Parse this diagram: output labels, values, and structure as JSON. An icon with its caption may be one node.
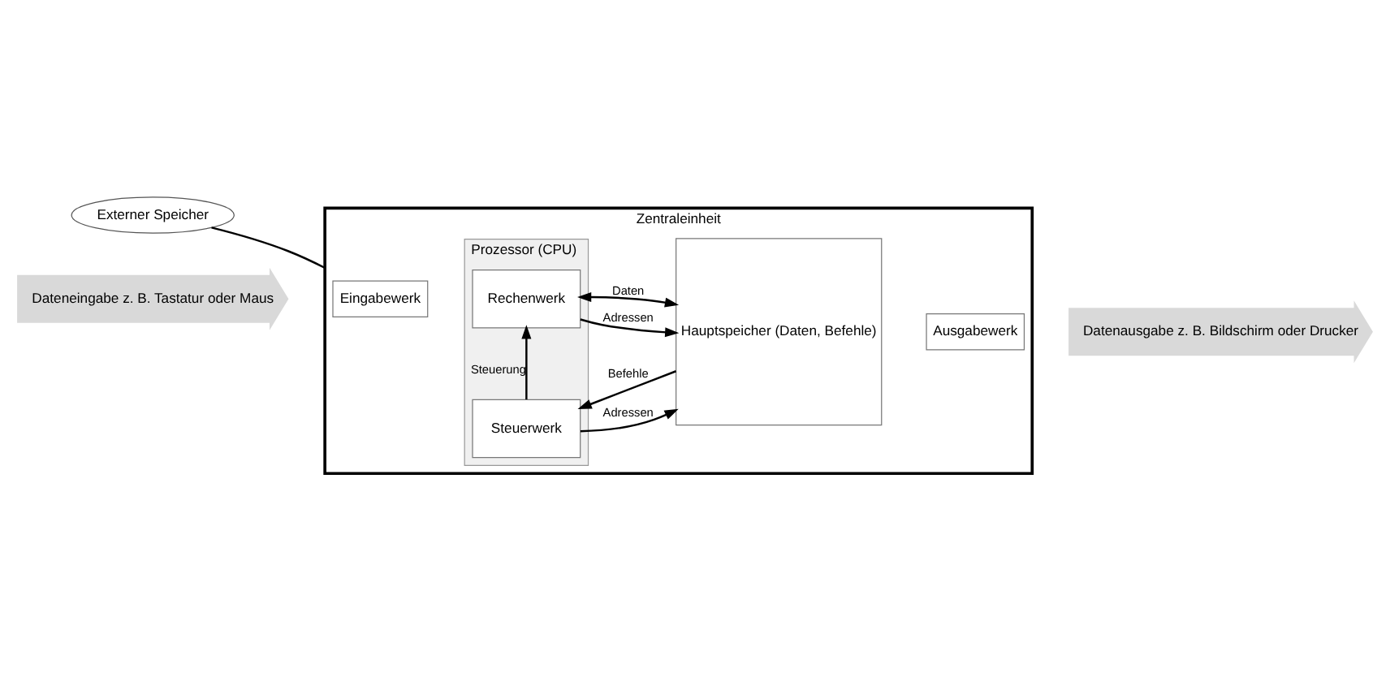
{
  "diagram": {
    "nodes": [
      {
        "text": [
          "Externer Speicher"
        ]
      },
      {
        "text": [
          "Zentraleinheit"
        ]
      },
      {
        "text": [
          "Dateneingabe z. B. Tastatur oder Maus"
        ]
      },
      {
        "text": [
          "Eingabewerk"
        ],
        "in": 1
      },
      {
        "text": [
          "Prozessor (CPU)"
        ],
        "in": 1
      },
      {
        "text": [
          "Rechenwerk"
        ],
        "in": 4
      },
      {
        "text": [
          "Steuerwerk"
        ],
        "in": 4
      },
      {
        "text": [
          "Hauptspeicher (Daten, Befehle)"
        ],
        "in": 1
      },
      {
        "text": [
          "Ausgabewerk"
        ],
        "in": 1
      },
      {
        "text": [
          "Datenausgabe z. B. Bildschirm oder Drucker"
        ]
      }
    ],
    "edges": [
      {
        "from": 0,
        "to": 1,
        "arrow": "none"
      },
      {
        "from": 5,
        "to": 7,
        "label": "Daten",
        "arrow": "both"
      },
      {
        "from": 5,
        "to": 7,
        "label": "Adressen",
        "arrow": "to"
      },
      {
        "from": 6,
        "to": 5,
        "label": "Steuerung",
        "arrow": "to"
      },
      {
        "from": 7,
        "to": 6,
        "label": "Befehle",
        "arrow": "to"
      },
      {
        "from": 6,
        "to": 7,
        "label": "Adressen",
        "arrow": "to"
      }
    ]
  }
}
